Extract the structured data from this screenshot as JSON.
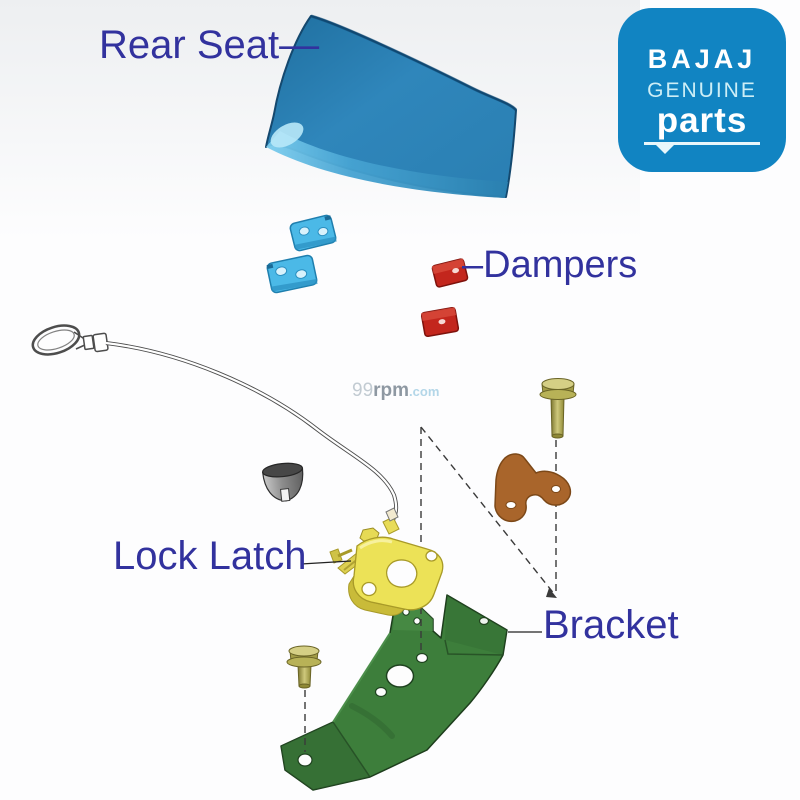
{
  "badge": {
    "brand": "BAJAJ",
    "genuine": "GENUINE",
    "parts_word": "parts",
    "bg_color": "#1184c2",
    "text_color": "#ffffff",
    "genuine_color": "#cdeef6"
  },
  "labels": {
    "rear_seat": "Rear Seat—",
    "dampers": "–Dampers",
    "lock_latch": "Lock Latch",
    "bracket": "Bracket",
    "color": "#32329e"
  },
  "watermark": {
    "num": "99",
    "rpm": "rpm",
    "dotcom": ".com"
  },
  "parts": {
    "rear_seat": {
      "label": "Rear Seat",
      "color": "#2f86bb"
    },
    "damper_blue": {
      "label": "Dampers",
      "color": "#4bb9e7",
      "count": 2
    },
    "damper_red": {
      "label": "Dampers",
      "color": "#c3261d",
      "count": 2
    },
    "cable": {
      "color": "#4d4d4d"
    },
    "rubber_cap": {
      "color": "#474747"
    },
    "bolt": {
      "color": "#a39d48",
      "count": 2
    },
    "hook": {
      "color": "#a9652b"
    },
    "lock_latch": {
      "label": "Lock Latch",
      "color": "#ece257"
    },
    "bracket": {
      "label": "Bracket",
      "color": "#3d7e3b"
    }
  },
  "guides": {
    "dash_color": "#3a3a3a",
    "leader_color": "#222222"
  }
}
